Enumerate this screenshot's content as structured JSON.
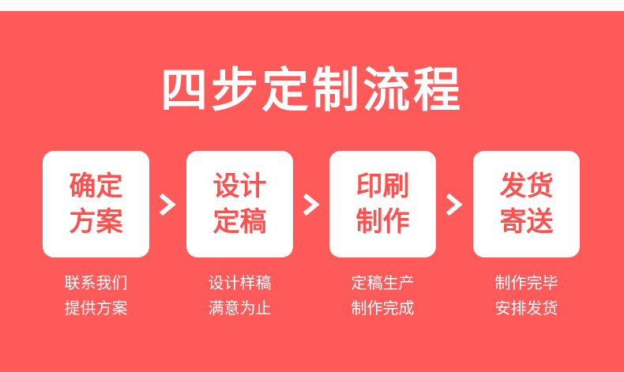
{
  "title": "四步定制流程",
  "steps": [
    {
      "line1": "确定",
      "line2": "方案",
      "desc1": "联系我们",
      "desc2": "提供方案"
    },
    {
      "line1": "设计",
      "line2": "定稿",
      "desc1": "设计样稿",
      "desc2": "满意为止"
    },
    {
      "line1": "印刷",
      "line2": "制作",
      "desc1": "定稿生产",
      "desc2": "制作完成"
    },
    {
      "line1": "发货",
      "line2": "寄送",
      "desc1": "制作完毕",
      "desc2": "安排发货"
    }
  ],
  "colors": {
    "background": "#ff5a5a",
    "card": "#ffffff",
    "accent": "#ff5050"
  },
  "icons": {
    "arrow": "chevron-right-icon"
  }
}
